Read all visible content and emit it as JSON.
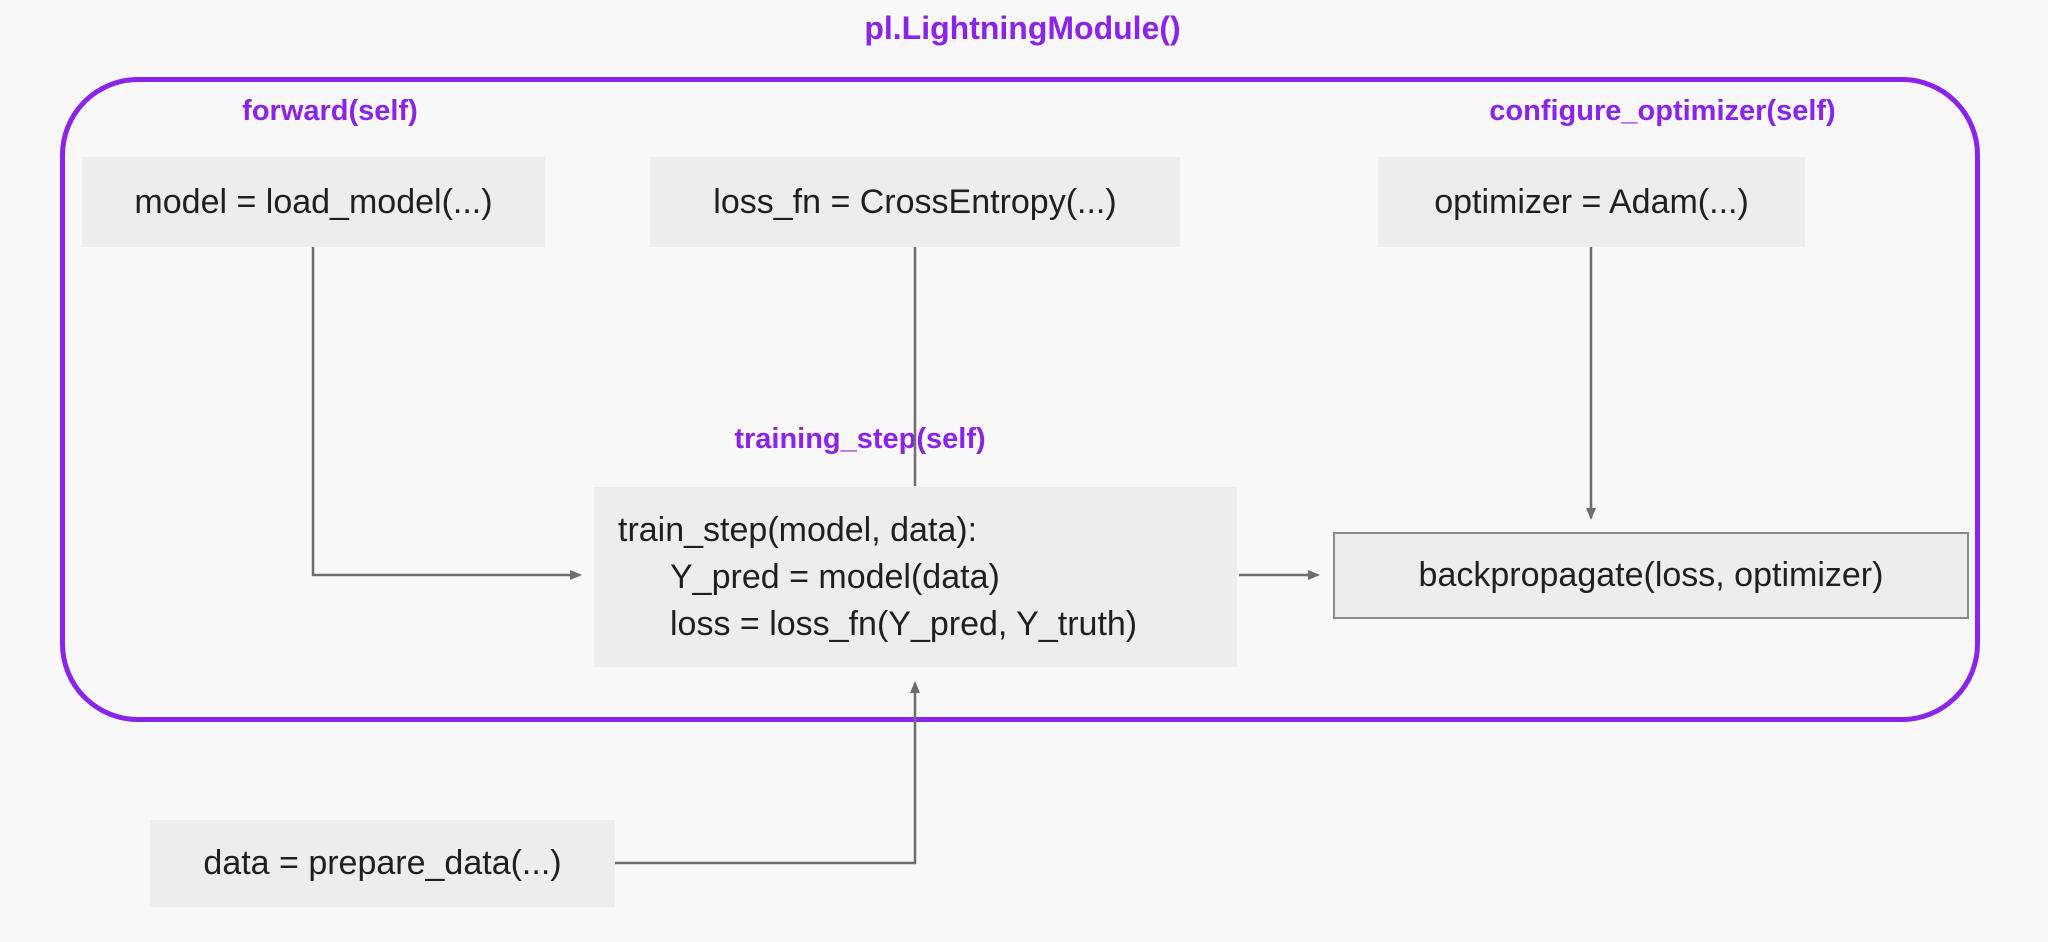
{
  "title": "pl.LightningModule()",
  "module": {
    "labels": {
      "forward": "forward(self)",
      "configure_optimizer": "configure_optimizer(self)",
      "training_step": "training_step(self)"
    },
    "boxes": {
      "model": "model = load_model(...)",
      "loss_fn": "loss_fn = CrossEntropy(...)",
      "optimizer": "optimizer = Adam(...)",
      "train_step_lines": [
        "train_step(model, data):",
        "Y_pred = model(data)",
        "loss = loss_fn(Y_pred, Y_truth)"
      ],
      "backpropagate": "backpropagate(loss, optimizer)"
    }
  },
  "external": {
    "data_box": "data = prepare_data(...)"
  },
  "colors": {
    "accent_purple": "#8b24e8",
    "box_fill": "#ededed",
    "arrow_gray": "#6d6d6d",
    "background": "#f8f8f9",
    "text": "#1f1f1f",
    "backprop_border": "#8a8a8a"
  }
}
